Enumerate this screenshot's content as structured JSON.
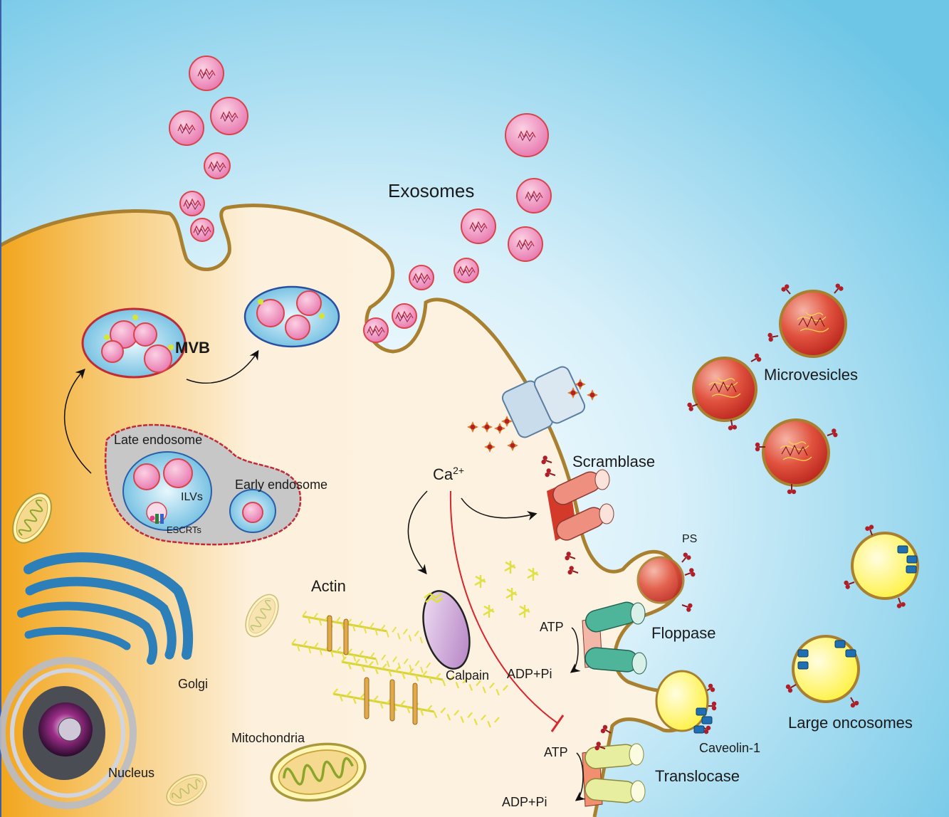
{
  "labels": {
    "exosomes": "Exosomes",
    "mvb": "MVB",
    "late_endosome": "Late endosome",
    "early_endosome": "Early endosome",
    "ilvs": "ILVs",
    "escrts": "ESCRTs",
    "microvesicles": "Microvesicles",
    "scramblase": "Scramblase",
    "ca": "Ca",
    "ca_superscript": "2+",
    "ps": "PS",
    "floppase": "Floppase",
    "atp_floppase": "ATP",
    "adp_floppase": "ADP+Pi",
    "actin": "Actin",
    "calpain": "Calpain",
    "golgi": "Golgi",
    "mitochondria": "Mitochondria",
    "nucleus": "Nucleus",
    "caveolin": "Caveolin-1",
    "translocase": "Translocase",
    "atp_translocase": "ATP",
    "adp_translocase": "ADP+Pi",
    "large_oncosomes": "Large oncosomes"
  },
  "colors": {
    "extracellular": "#6ec6e6",
    "extracellular_light": "#eef9fd",
    "cytoplasm": "#fdf1dd",
    "cytoplasm_edge": "#f2a51c",
    "membrane": "#a8802f",
    "exosome": "#ec8ab8",
    "microvesicle": "#d63a2a",
    "oncosome": "#fff24a",
    "golgi": "#2c7fb8",
    "calpain": "#b58fc4",
    "floppase": "#4fb59a",
    "scramblase": "#ef8f7f",
    "translocase": "#e8eea0",
    "inhibition": "#d9262c",
    "ps": "#b01e28",
    "caveolin": "#1f6fb2",
    "ca_ion": "#b3201f"
  },
  "icons": [
    "exosome-icon",
    "microvesicle-icon",
    "large-oncosome-icon",
    "mitochondrion-icon",
    "golgi-icon",
    "nucleus-icon",
    "actin-filament-icon",
    "calpain-icon",
    "scramblase-icon",
    "floppase-icon",
    "translocase-icon",
    "calcium-ion-icon",
    "phosphatidylserine-icon",
    "caveolin-icon"
  ]
}
